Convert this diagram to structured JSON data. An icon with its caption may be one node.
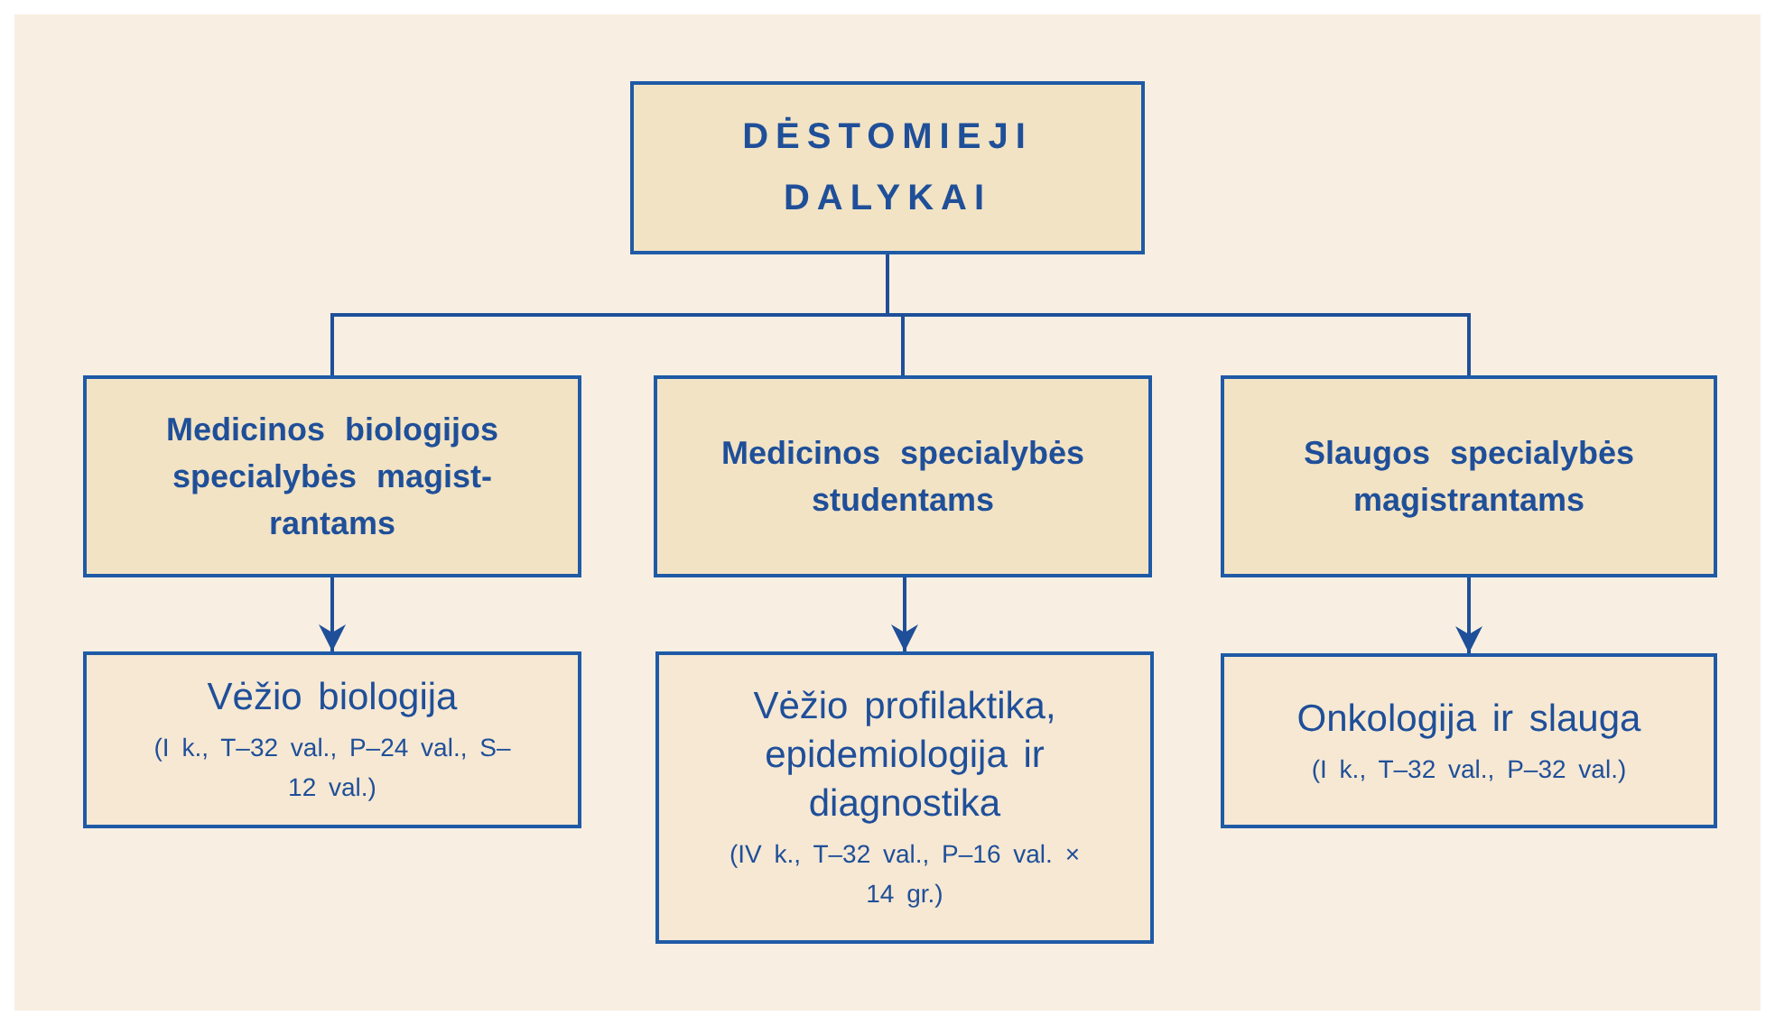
{
  "diagram": {
    "nodes": [
      {
        "text": [
          "DĖSTOMIEJI DALYKAI"
        ]
      },
      {
        "text": [
          "Medicinos biologijos specialybės magist- rantams"
        ]
      },
      {
        "text": [
          "Medicinos specialybės studentams"
        ]
      },
      {
        "text": [
          "Slaugos specialybės magistrantams"
        ]
      },
      {
        "text": [
          "Vėžio biologija",
          "(I k., T–32 val., P–24 val., S–12 val.)"
        ]
      },
      {
        "text": [
          "Vėžio profilaktika, epidemiologija ir diagnostika",
          "(IV k., T–32 val., P–16 val. × 14 gr.)"
        ]
      },
      {
        "text": [
          "Onkologija ir slauga",
          "(I k., T–32 val., P–32 val.)"
        ]
      }
    ],
    "edges": [
      {
        "from": 0,
        "to": 1,
        "arrow": "none"
      },
      {
        "from": 0,
        "to": 2,
        "arrow": "none"
      },
      {
        "from": 0,
        "to": 3,
        "arrow": "none"
      },
      {
        "from": 1,
        "to": 4,
        "arrow": "to"
      },
      {
        "from": 2,
        "to": 5,
        "arrow": "to"
      },
      {
        "from": 3,
        "to": 6,
        "arrow": "to"
      }
    ]
  }
}
